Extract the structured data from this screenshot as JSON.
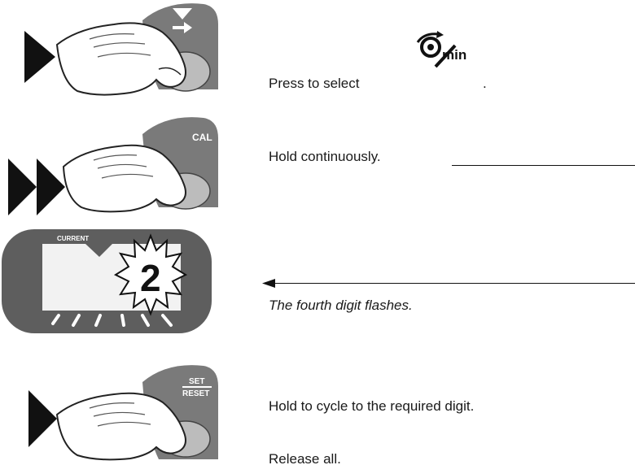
{
  "steps": [
    {
      "text": "Press to select",
      "trailing": "."
    },
    {
      "text": "Hold continuously."
    },
    {
      "text": "The fourth digit flashes."
    },
    {
      "text": "Hold to cycle to the required digit."
    },
    {
      "text": "Release all."
    }
  ],
  "unit": {
    "symbol_name": "rotation-icon",
    "suffix": "min"
  },
  "buttons": {
    "down_arrow": {
      "icon": "down-arrow-right-arrow-icon"
    },
    "cal": {
      "label": "CAL"
    },
    "set_reset": {
      "label_top": "SET",
      "label_bottom": "RESET"
    }
  },
  "display": {
    "label": "CURRENT",
    "digit": "2"
  },
  "colors": {
    "button_gray": "#7a7a7a",
    "display_body": "#5e5e5e",
    "screen": "#f2f2f2",
    "pointer": "#111111"
  }
}
